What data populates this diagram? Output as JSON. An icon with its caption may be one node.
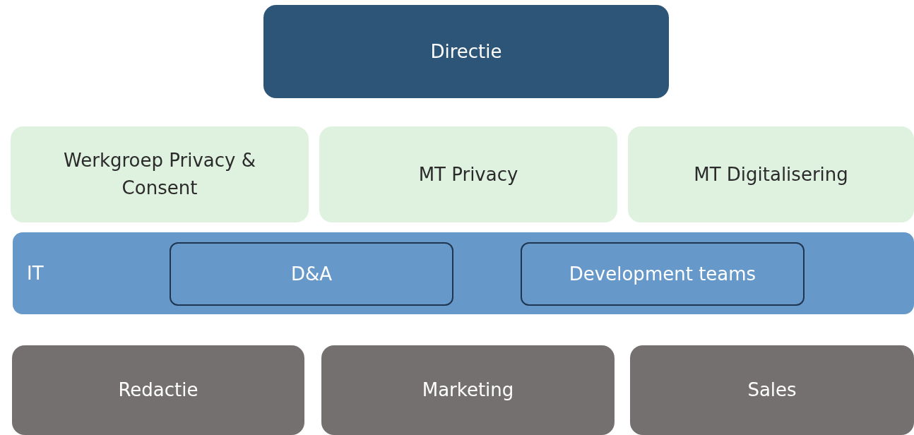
{
  "diagram": {
    "nodes": [
      {
        "text": [
          "Directie"
        ]
      },
      {
        "text": [
          "Werkgroep Privacy & Consent"
        ]
      },
      {
        "text": [
          "MT Privacy"
        ]
      },
      {
        "text": [
          "MT Digitalisering"
        ]
      },
      {
        "text": [
          "IT"
        ]
      },
      {
        "text": [
          "D&A"
        ],
        "in": 4
      },
      {
        "text": [
          "Development teams"
        ],
        "in": 4
      },
      {
        "text": [
          "Redactie"
        ]
      },
      {
        "text": [
          "Marketing"
        ]
      },
      {
        "text": [
          "Sales"
        ]
      }
    ]
  }
}
